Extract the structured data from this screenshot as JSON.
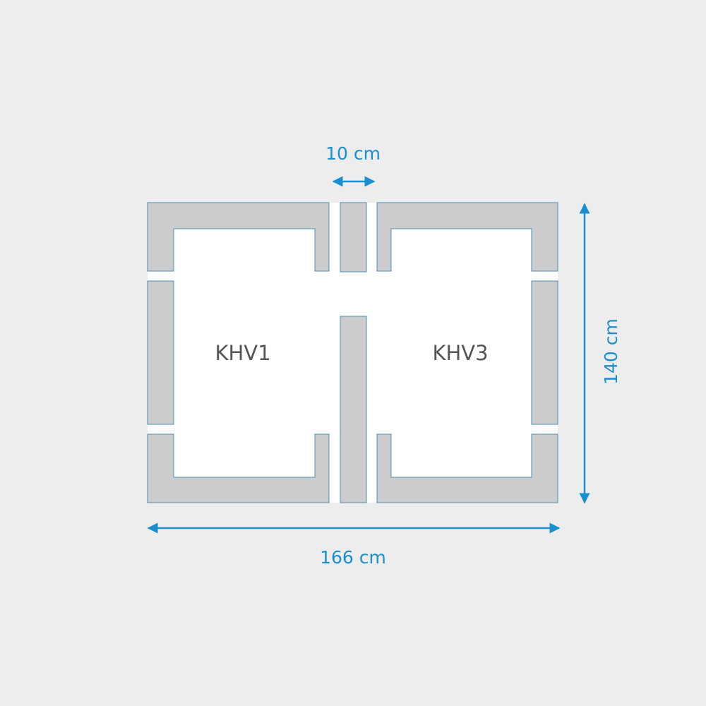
{
  "colors": {
    "background": "#ededed",
    "panel_fill": "#cccccc",
    "panel_stroke": "#4a90b8",
    "opening_fill": "#ffffff",
    "dimension": "#1a8fd0",
    "label_text": "#555555"
  },
  "labels": {
    "unit_left": "KHV1",
    "unit_right": "KHV3"
  },
  "dimensions": {
    "gap": "10 cm",
    "width": "166 cm",
    "height": "140 cm"
  }
}
